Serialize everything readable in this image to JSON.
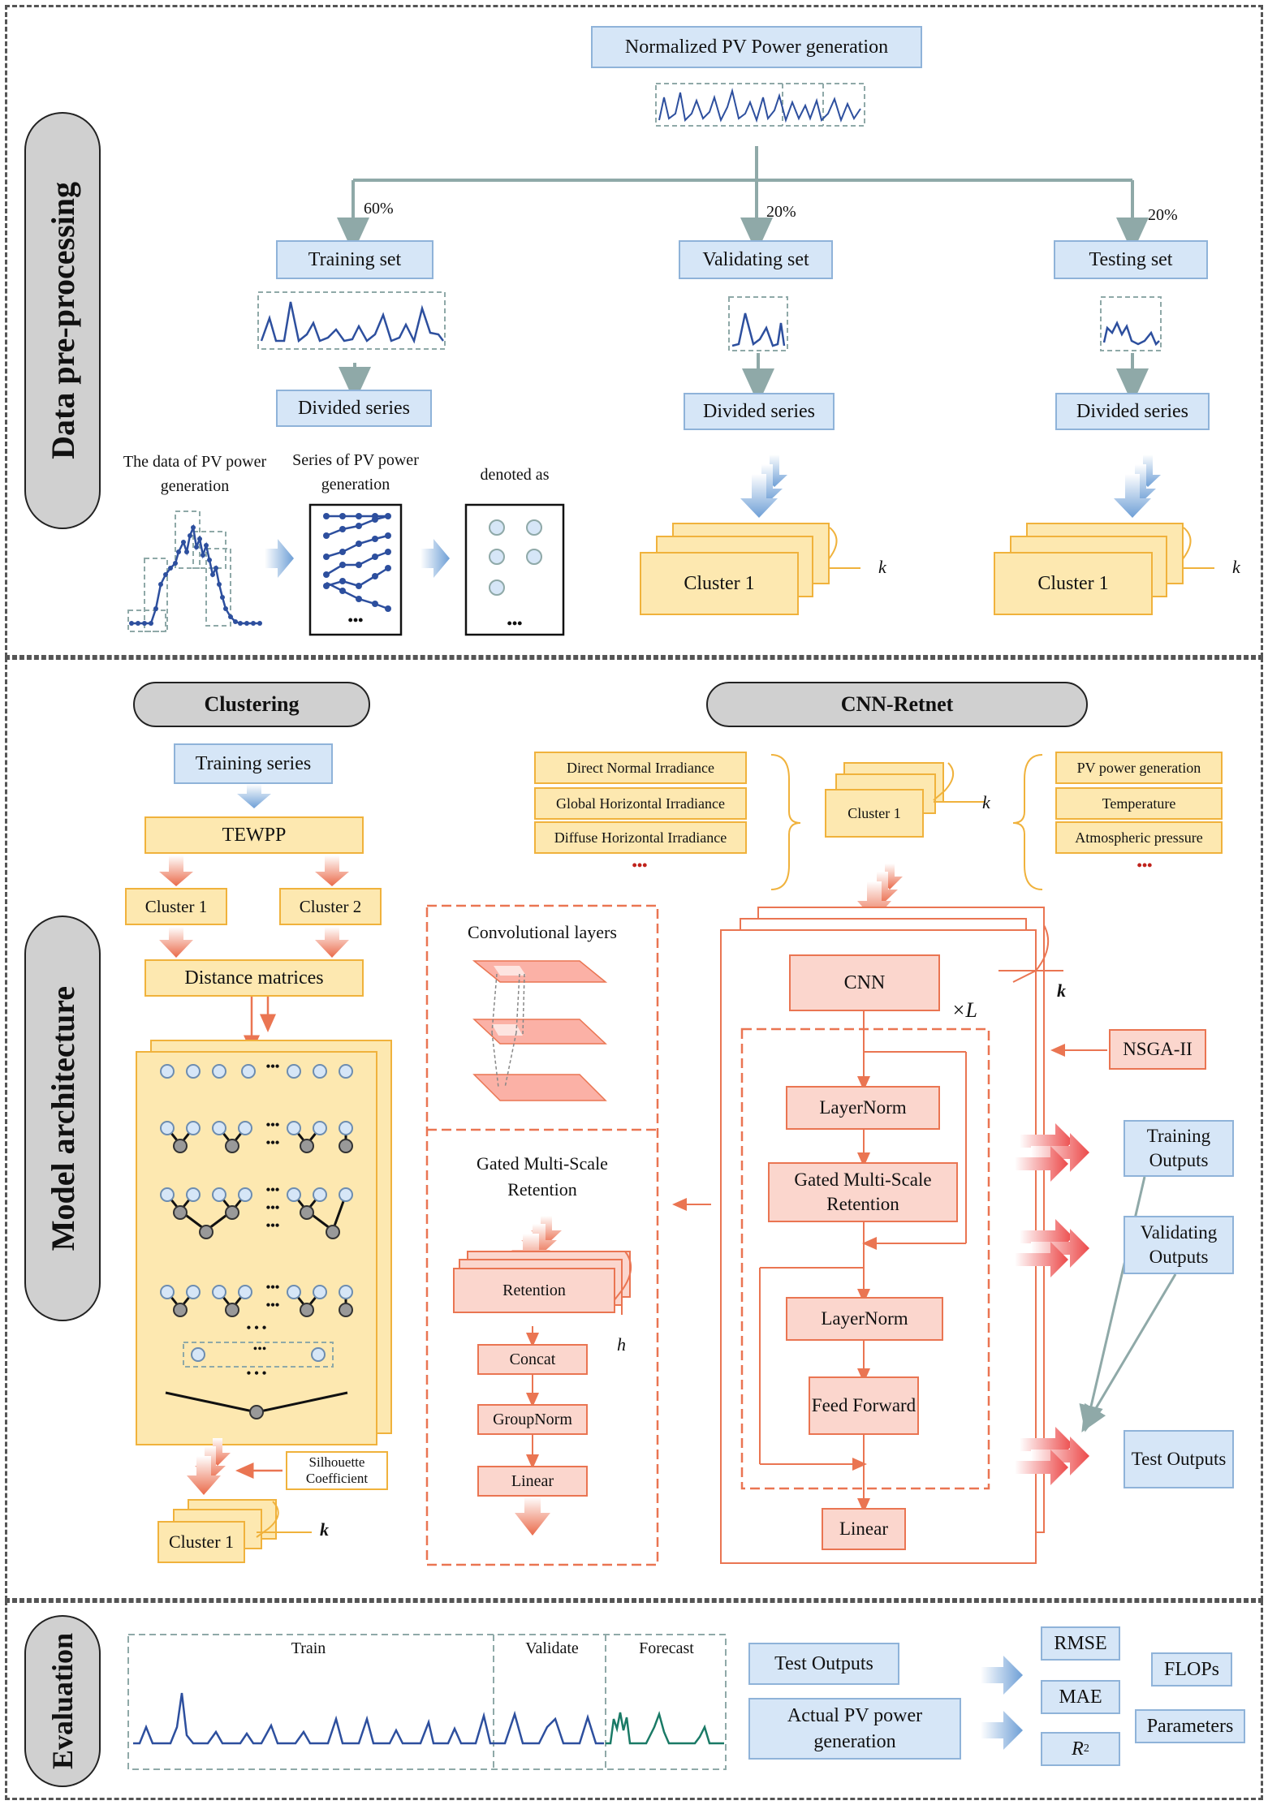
{
  "sections": {
    "preprocessing": "Data pre-processing",
    "model": "Model architecture",
    "evaluation": "Evaluation"
  },
  "preprocessing": {
    "top_box": "Normalized PV Power generation",
    "pct_train": "60%",
    "pct_valid": "20%",
    "pct_test": "20%",
    "training_set": "Training set",
    "validating_set": "Validating set",
    "testing_set": "Testing set",
    "divided_series": "Divided series",
    "pv_data_label": "The data of PV power generation",
    "series_label": "Series of  PV power generation",
    "denoted_label": "denoted as",
    "ellipsis": "•••",
    "cluster1": "Cluster 1",
    "k": "k"
  },
  "clustering": {
    "title": "Clustering",
    "training_series": "Training series",
    "tewpp": "TEWPP",
    "cluster1": "Cluster 1",
    "cluster2": "Cluster 2",
    "distance": "Distance matrices",
    "dots": "•••",
    "vdots": "• • •",
    "silhouette": "Silhouette Coefficient",
    "cluster_out": "Cluster 1",
    "k": "k"
  },
  "cnn": {
    "title": "CNN-Retnet",
    "left_features": [
      "Direct Normal Irradiance",
      "Global Horizontal Irradiance",
      "Diffuse Horizontal Irradiance"
    ],
    "right_features": [
      "PV power generation",
      "Temperature",
      "Atmospheric pressure"
    ],
    "more": "•••",
    "cluster1": "Cluster 1",
    "k": "k",
    "conv_title": "Convolutional layers",
    "gmsr_title": "Gated Multi-Scale Retention",
    "retention": "Retention",
    "h": "h",
    "concat": "Concat",
    "groupnorm": "GroupNorm",
    "linear": "Linear",
    "cnn": "CNN",
    "times_l": "×L",
    "layernorm1": "LayerNorm",
    "gmsr": "Gated Multi-Scale Retention",
    "layernorm2": "LayerNorm",
    "ffn": "Feed Forward",
    "out_linear": "Linear",
    "nsga": "NSGA-II",
    "train_out": "Training Outputs",
    "valid_out": "Validating Outputs",
    "test_out": "Test Outputs"
  },
  "evaluation": {
    "train": "Train",
    "validate": "Validate",
    "forecast": "Forecast",
    "test_outputs": "Test Outputs",
    "actual": "Actual PV power generation",
    "rmse": "RMSE",
    "mae": "MAE",
    "r2_base": "R",
    "r2_sup": "2",
    "flops": "FLOPs",
    "params": "Parameters"
  },
  "colors": {
    "blue_fill": "#d6e6f7",
    "yellow_fill": "#fde8b0",
    "pink_fill": "#fbd6cd",
    "orange_line": "#ea7552",
    "series_blue": "#2d4f9e",
    "forecast_green": "#1a7a66"
  }
}
